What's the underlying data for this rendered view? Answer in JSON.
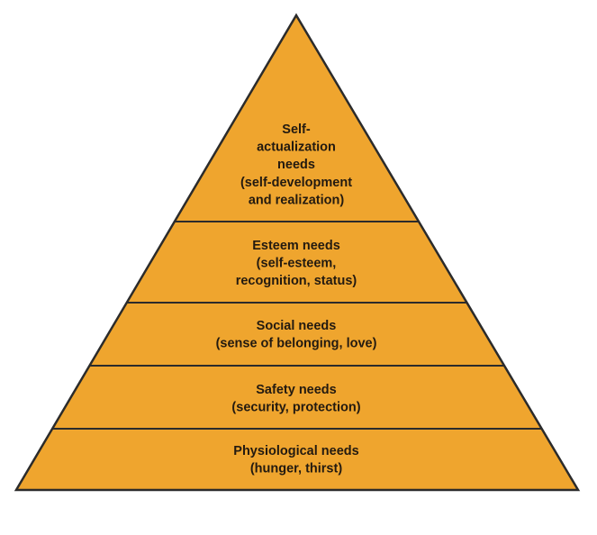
{
  "diagram": {
    "fill_color": "#EFA52E",
    "stroke_color": "#2b2b2b",
    "tiers": [
      {
        "name": "self-actualization",
        "lines": [
          "Self-",
          "actualization",
          "needs",
          "(self-development",
          "and realization)"
        ]
      },
      {
        "name": "esteem",
        "lines": [
          "Esteem needs",
          "(self-esteem,",
          "recognition, status)"
        ]
      },
      {
        "name": "social",
        "lines": [
          "Social needs",
          "(sense of belonging, love)"
        ]
      },
      {
        "name": "safety",
        "lines": [
          "Safety needs",
          "(security, protection)"
        ]
      },
      {
        "name": "physiological",
        "lines": [
          "Physiological needs",
          "(hunger, thirst)"
        ]
      }
    ]
  }
}
